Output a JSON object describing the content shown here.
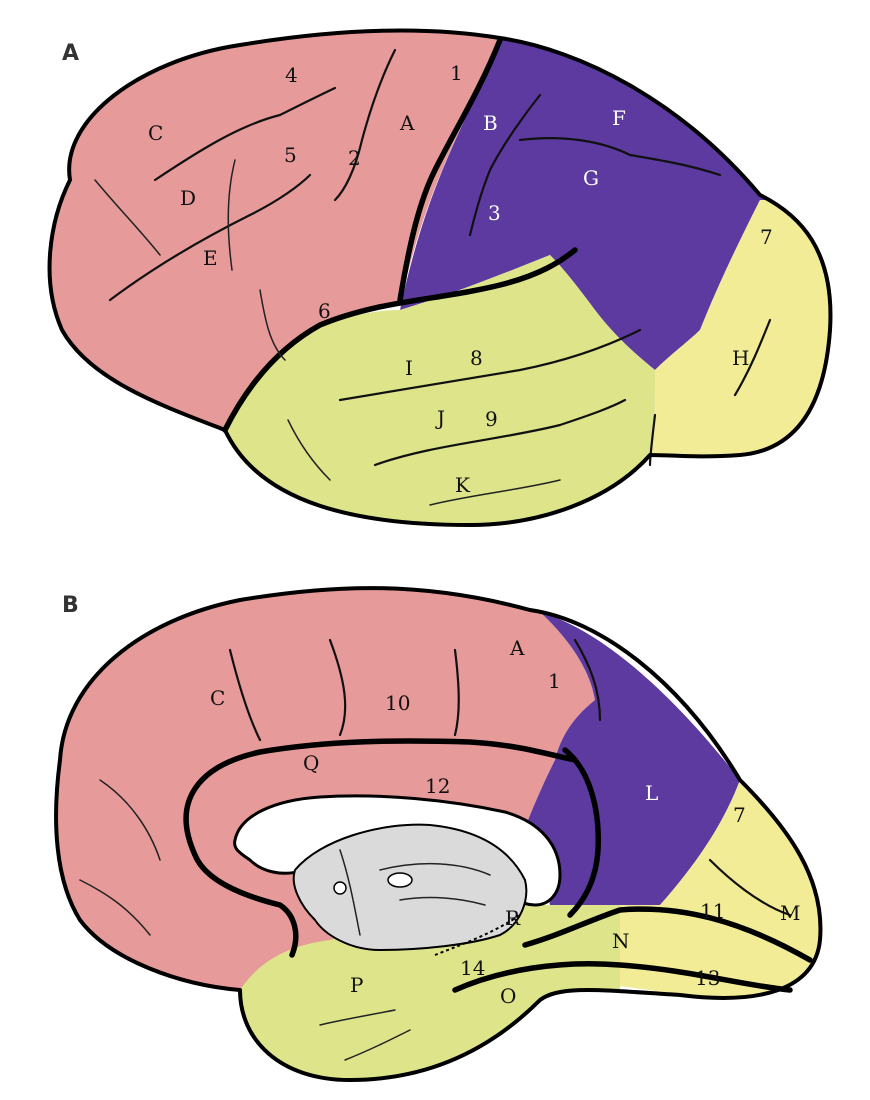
{
  "colors": {
    "frontal": "#e79a9a",
    "parietal": "#5c3aa0",
    "temporal": "#dde48a",
    "occipital": "#f3ec97",
    "ventricle": "#ffffff",
    "thalamus": "#dadada",
    "outline": "#000000"
  },
  "panelA": {
    "label": "A",
    "region_labels": [
      "A",
      "B",
      "C",
      "D",
      "E",
      "F",
      "G",
      "H",
      "I",
      "J",
      "K"
    ],
    "number_labels": [
      "1",
      "2",
      "3",
      "4",
      "5",
      "6",
      "7",
      "8",
      "9"
    ]
  },
  "panelB": {
    "label": "B",
    "region_labels": [
      "A",
      "C",
      "L",
      "M",
      "N",
      "O",
      "P",
      "Q",
      "R"
    ],
    "number_labels": [
      "1",
      "7",
      "10",
      "11",
      "12",
      "13",
      "14"
    ]
  }
}
